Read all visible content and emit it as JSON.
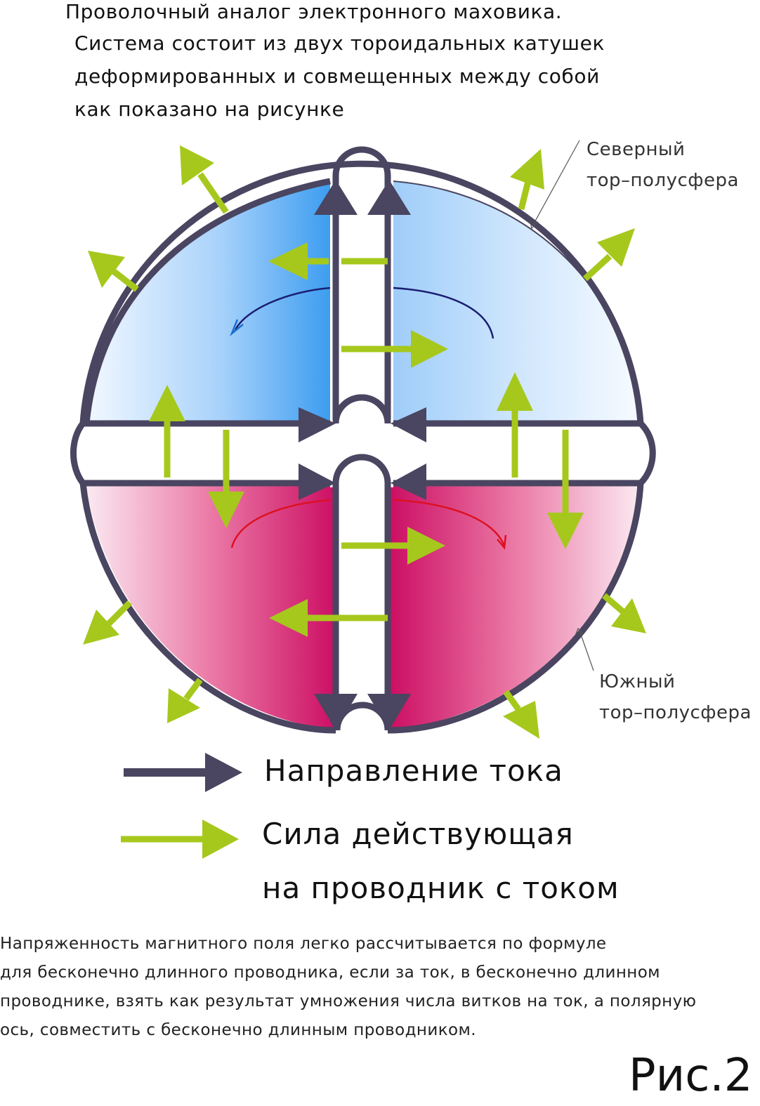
{
  "header": {
    "line1": "Проволочный аналог электронного маховика.",
    "line2": "Система состоит из двух тороидальных катушек",
    "line3": "деформированных и совмещенных между собой",
    "line4": "как показано на рисунке"
  },
  "labels": {
    "north_line1": "Северный",
    "north_line2": "тор–полусфера",
    "south_line1": "Южный",
    "south_line2": "тор–полусфера"
  },
  "legend": {
    "current": "Направление тока",
    "force_line1": "Сила действующая",
    "force_line2": "на проводник с током"
  },
  "note": {
    "line1": "Напряженность магнитного поля легко рассчитывается по формуле",
    "line2": "для бесконечно длинного проводника, если за ток, в бесконечно длинном",
    "line3": "проводнике, взять как результат умножения числа витков на ток, а полярную",
    "line4": "ось, совместить с бесконечно длинным проводником."
  },
  "figure_label": "Рис.2",
  "colors": {
    "wire": "#4a4560",
    "force": "#a6c81d",
    "north_fill_edge": "#3d9df0",
    "south_fill_edge": "#cc0f64",
    "rotation_north": "#1b1f72",
    "rotation_south": "#dd1122"
  }
}
